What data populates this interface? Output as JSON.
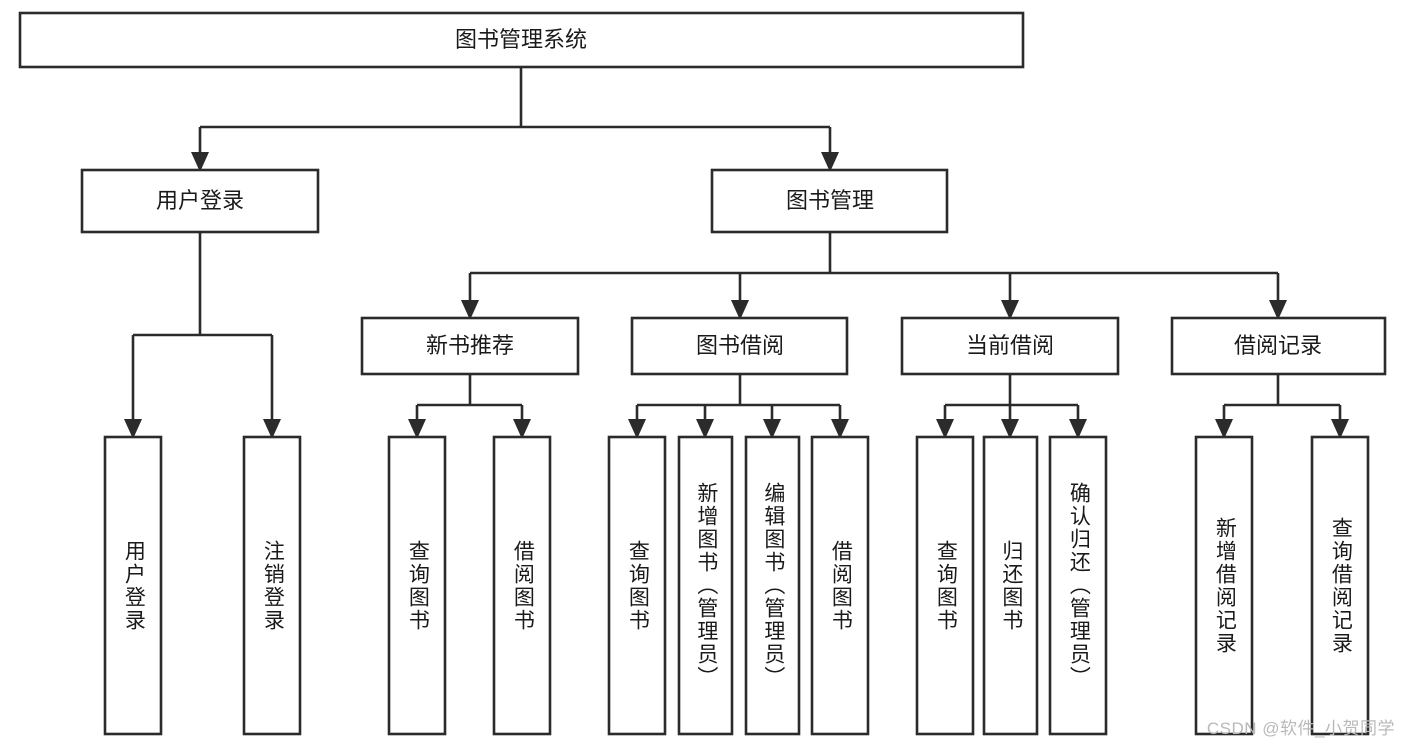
{
  "diagram": {
    "title": "图书管理系统",
    "type": "tree",
    "watermark": "CSDN @软件_小贺同学",
    "colors": {
      "box_stroke": "#2b2b2b",
      "box_fill": "#ffffff",
      "connector": "#2b2b2b",
      "text": "#1a1a1a",
      "watermark": "#b9b9b9"
    },
    "nodes": {
      "root": {
        "label": "图书管理系统",
        "level": 0
      },
      "l1": [
        {
          "id": "user_login",
          "label": "用户登录"
        },
        {
          "id": "book_manage",
          "label": "图书管理"
        }
      ],
      "l2": [
        {
          "id": "new_book_rec",
          "label": "新书推荐",
          "parent": "book_manage"
        },
        {
          "id": "book_borrow",
          "label": "图书借阅",
          "parent": "book_manage"
        },
        {
          "id": "current_borrow",
          "label": "当前借阅",
          "parent": "book_manage"
        },
        {
          "id": "borrow_record",
          "label": "借阅记录",
          "parent": "book_manage"
        }
      ],
      "leaves": [
        {
          "id": "leaf_user_login",
          "label": "用户登录",
          "parent": "user_login"
        },
        {
          "id": "leaf_logout",
          "label": "注销登录",
          "parent": "user_login"
        },
        {
          "id": "leaf_query_book_1",
          "label": "查询图书",
          "parent": "new_book_rec"
        },
        {
          "id": "leaf_borrow_book_1",
          "label": "借阅图书",
          "parent": "new_book_rec"
        },
        {
          "id": "leaf_query_book_2",
          "label": "查询图书",
          "parent": "book_borrow"
        },
        {
          "id": "leaf_add_book",
          "label": "新增图书（管理员）",
          "parent": "book_borrow"
        },
        {
          "id": "leaf_edit_book",
          "label": "编辑图书（管理员）",
          "parent": "book_borrow"
        },
        {
          "id": "leaf_borrow_book_2",
          "label": "借阅图书",
          "parent": "book_borrow"
        },
        {
          "id": "leaf_query_book_3",
          "label": "查询图书",
          "parent": "current_borrow"
        },
        {
          "id": "leaf_return_book",
          "label": "归还图书",
          "parent": "current_borrow"
        },
        {
          "id": "leaf_confirm_return",
          "label": "确认归还（管理员）",
          "parent": "current_borrow"
        },
        {
          "id": "leaf_add_record",
          "label": "新增借阅记录",
          "parent": "borrow_record"
        },
        {
          "id": "leaf_query_record",
          "label": "查询借阅记录",
          "parent": "borrow_record"
        }
      ]
    }
  }
}
